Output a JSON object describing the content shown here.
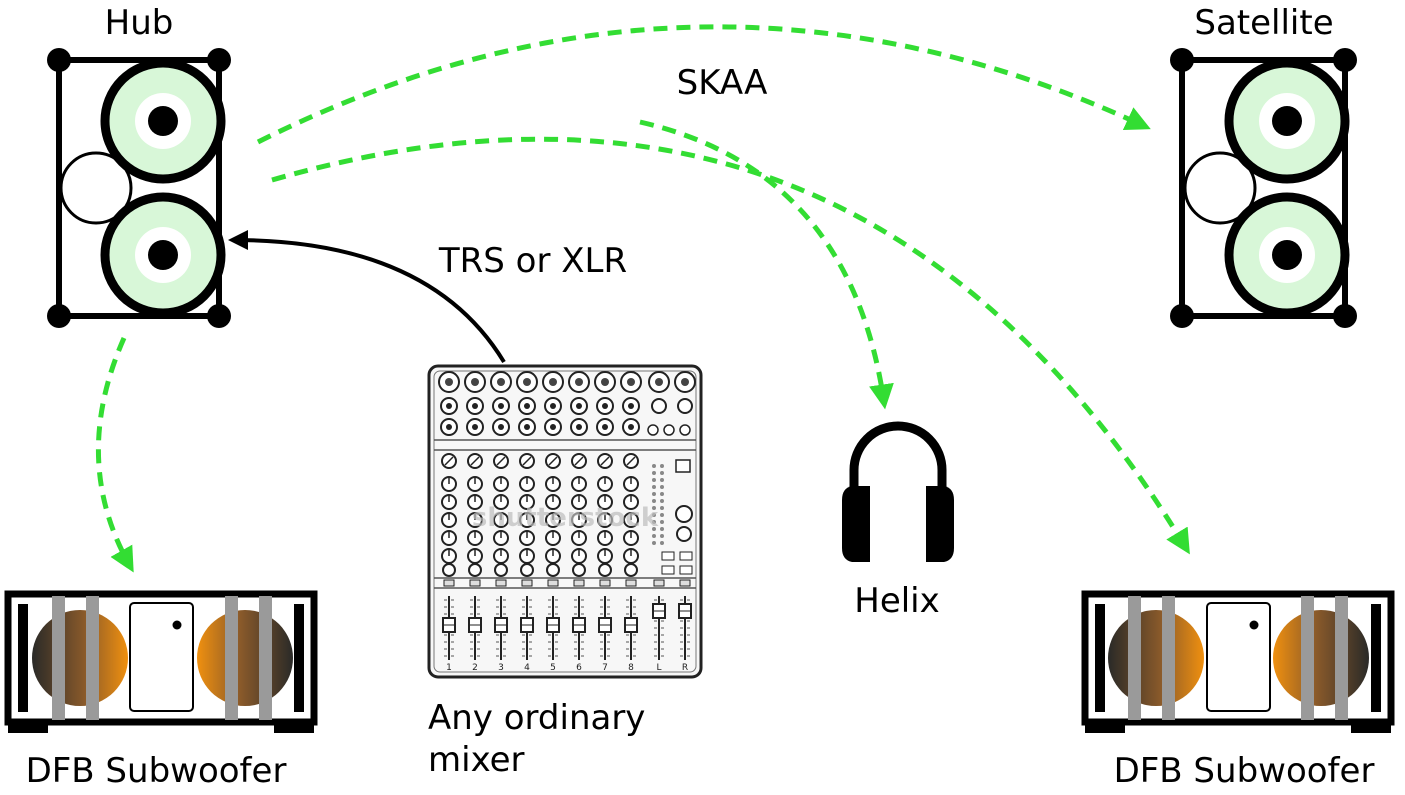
{
  "labels": {
    "hub": "Hub",
    "satellite": "Satellite",
    "skaa": "SKAA",
    "trs_xlr": "TRS or XLR",
    "mixer_line1": "Any ordinary",
    "mixer_line2": "mixer",
    "helix": "Helix",
    "sub_left": "DFB Subwoofer",
    "sub_right": "DFB Subwoofer",
    "watermark": "shutterstock"
  },
  "mixer": {
    "channel_numbers": [
      "1",
      "2",
      "3",
      "4",
      "5",
      "6",
      "7",
      "8",
      "L",
      "R"
    ]
  },
  "colors": {
    "wireless_link": "#33dd33",
    "cone_fill": "#d8f7d8",
    "sub_cone_dark": "#3a2a1e",
    "sub_cone_bright": "#f0900f",
    "grille_bar": "#9a9a9a",
    "cable": "#000000"
  }
}
